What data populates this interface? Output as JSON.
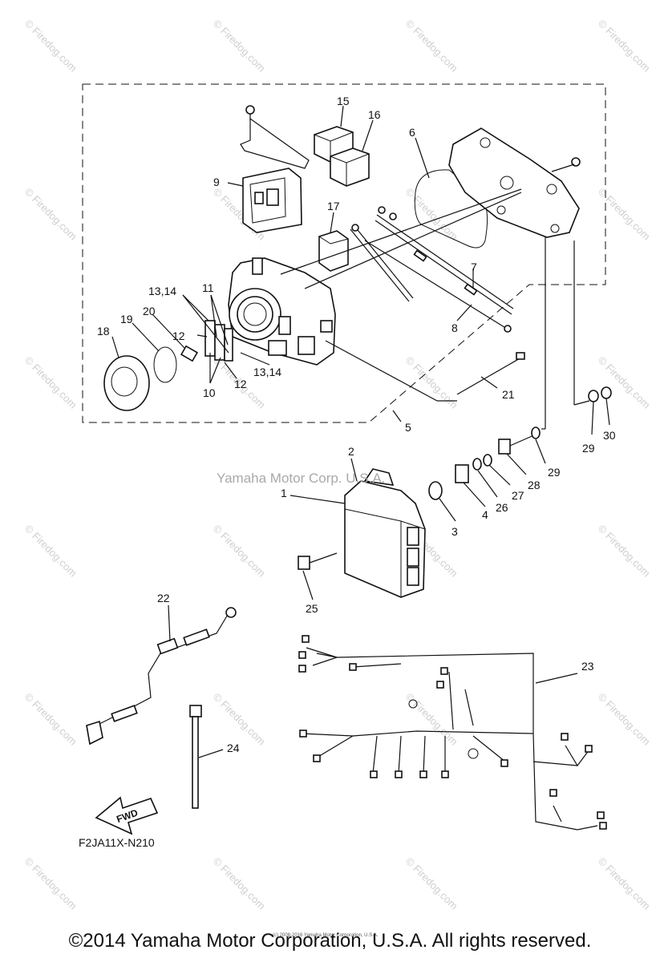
{
  "diagram_code": "F2JA11X-N210",
  "center_watermark": "Yamaha Motor Corp. U.S.A.",
  "tiny_copyright": "(c) 2008-2016 Yamaha Motor Corporation, U.S.A.",
  "copyright": "©2014 Yamaha Motor Corporation, U.S.A. All rights reserved.",
  "watermark_text": "© Firedog.com",
  "fwd_label": "FWD",
  "callouts": {
    "c1": "1",
    "c2": "2",
    "c3": "3",
    "c4": "4",
    "c5": "5",
    "c6": "6",
    "c7": "7",
    "c8": "8",
    "c9": "9",
    "c10": "10",
    "c11": "11",
    "c12a": "12",
    "c12b": "12",
    "c13a": "13,14",
    "c13b": "13,14",
    "c15": "15",
    "c16": "16",
    "c17": "17",
    "c18": "18",
    "c19": "19",
    "c20": "20",
    "c21": "21",
    "c22": "22",
    "c23": "23",
    "c24": "24",
    "c25": "25",
    "c26": "26",
    "c27": "27",
    "c28": "28",
    "c29a": "29",
    "c29b": "29",
    "c30": "30"
  }
}
